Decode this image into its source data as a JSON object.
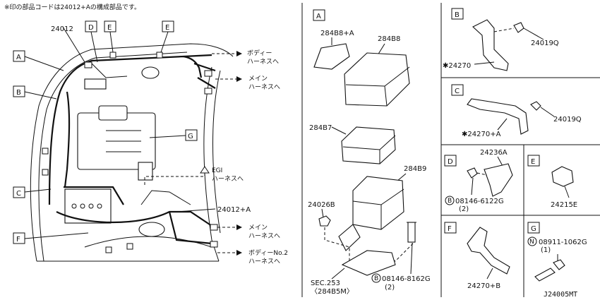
{
  "note": "※印の部品コードは24012+Aの構成部品です。",
  "diagram_code": "J24005MT",
  "main": {
    "part_24012": "24012",
    "part_24012a": "24012+A",
    "callouts": [
      "A",
      "B",
      "C",
      "D",
      "E",
      "F",
      "G"
    ],
    "arrows": {
      "body_harness": [
        "ボディー",
        "ハーネスへ"
      ],
      "main_harness_top": [
        "メイン",
        "ハーネスへ"
      ],
      "egi_harness": [
        "EGI",
        "ハーネスへ"
      ],
      "main_harness_bottom": [
        "メイン",
        "ハーネスへ"
      ],
      "body_no2_harness": [
        "ボディーNo.2",
        "ハーネスへ"
      ]
    }
  },
  "panel_a": {
    "label": "A",
    "p1": "284B8+A",
    "p2": "284B8",
    "p3": "284B7",
    "p4": "284B9",
    "p5": "24026B",
    "sec": [
      "SEC.253",
      "〈284B5M〉"
    ],
    "bolt_prefix": "B",
    "bolt": "08146-8162G",
    "bolt_qty": "(2)"
  },
  "panel_b": {
    "label": "B",
    "p1": "24019Q",
    "p2": "✱24270"
  },
  "panel_c": {
    "label": "C",
    "p1": "24019Q",
    "p2": "✱24270+A"
  },
  "panel_d": {
    "label": "D",
    "p1": "24236A",
    "bolt_prefix": "B",
    "bolt": "08146-6122G",
    "bolt_qty": "(2)"
  },
  "panel_e": {
    "label": "E",
    "p1": "24215E"
  },
  "panel_f": {
    "label": "F",
    "p1": "24270+B"
  },
  "panel_g": {
    "label": "G",
    "nut_prefix": "N",
    "nut": "08911-1062G",
    "nut_qty": "(1)"
  }
}
